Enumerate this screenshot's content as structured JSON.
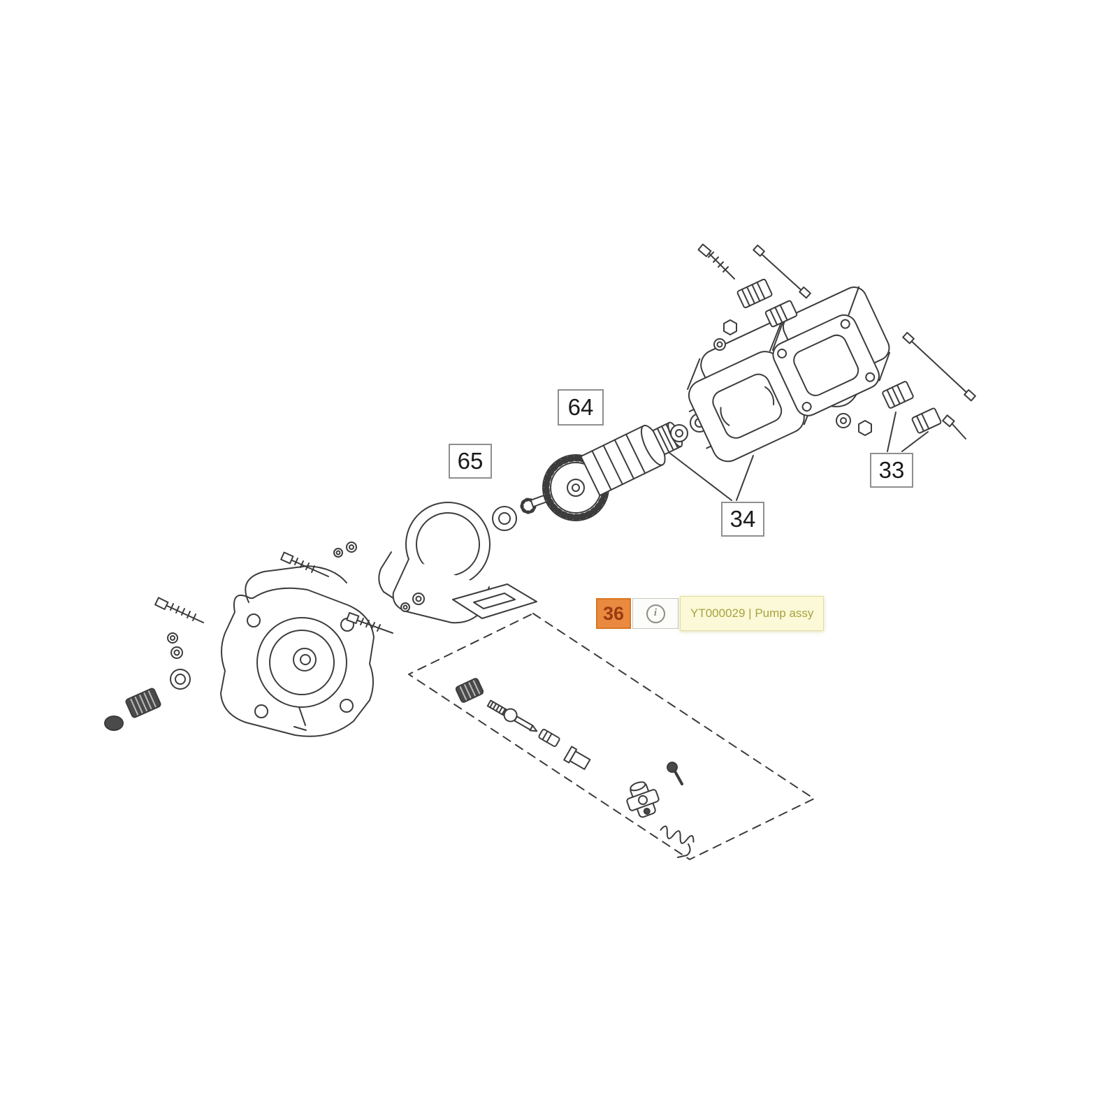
{
  "diagram": {
    "type": "exploded-parts-diagram",
    "callouts": [
      {
        "label": "64"
      },
      {
        "label": "65"
      },
      {
        "label": "33"
      },
      {
        "label": "34"
      }
    ],
    "selected_part": {
      "number": "36",
      "code": "YT000029",
      "name": "Pump assy",
      "tooltip": "YT000029 | Pump assy"
    },
    "icons": {
      "info_glyph": "i"
    },
    "colors": {
      "badge_bg": "#EA8A40",
      "badge_border": "#D9751F",
      "badge_text": "#993B12",
      "info_bg": "#FCFCFA",
      "info_border": "#C8C8C0",
      "info_icon": "#8C8C84",
      "tooltip_bg": "#FCF9D8",
      "tooltip_border": "#E3DC9A",
      "tooltip_text": "#A8A23E",
      "callout_border": "#8F8F8F",
      "callout_text": "#1A1A1A",
      "line_color": "#3C3C3C"
    }
  }
}
